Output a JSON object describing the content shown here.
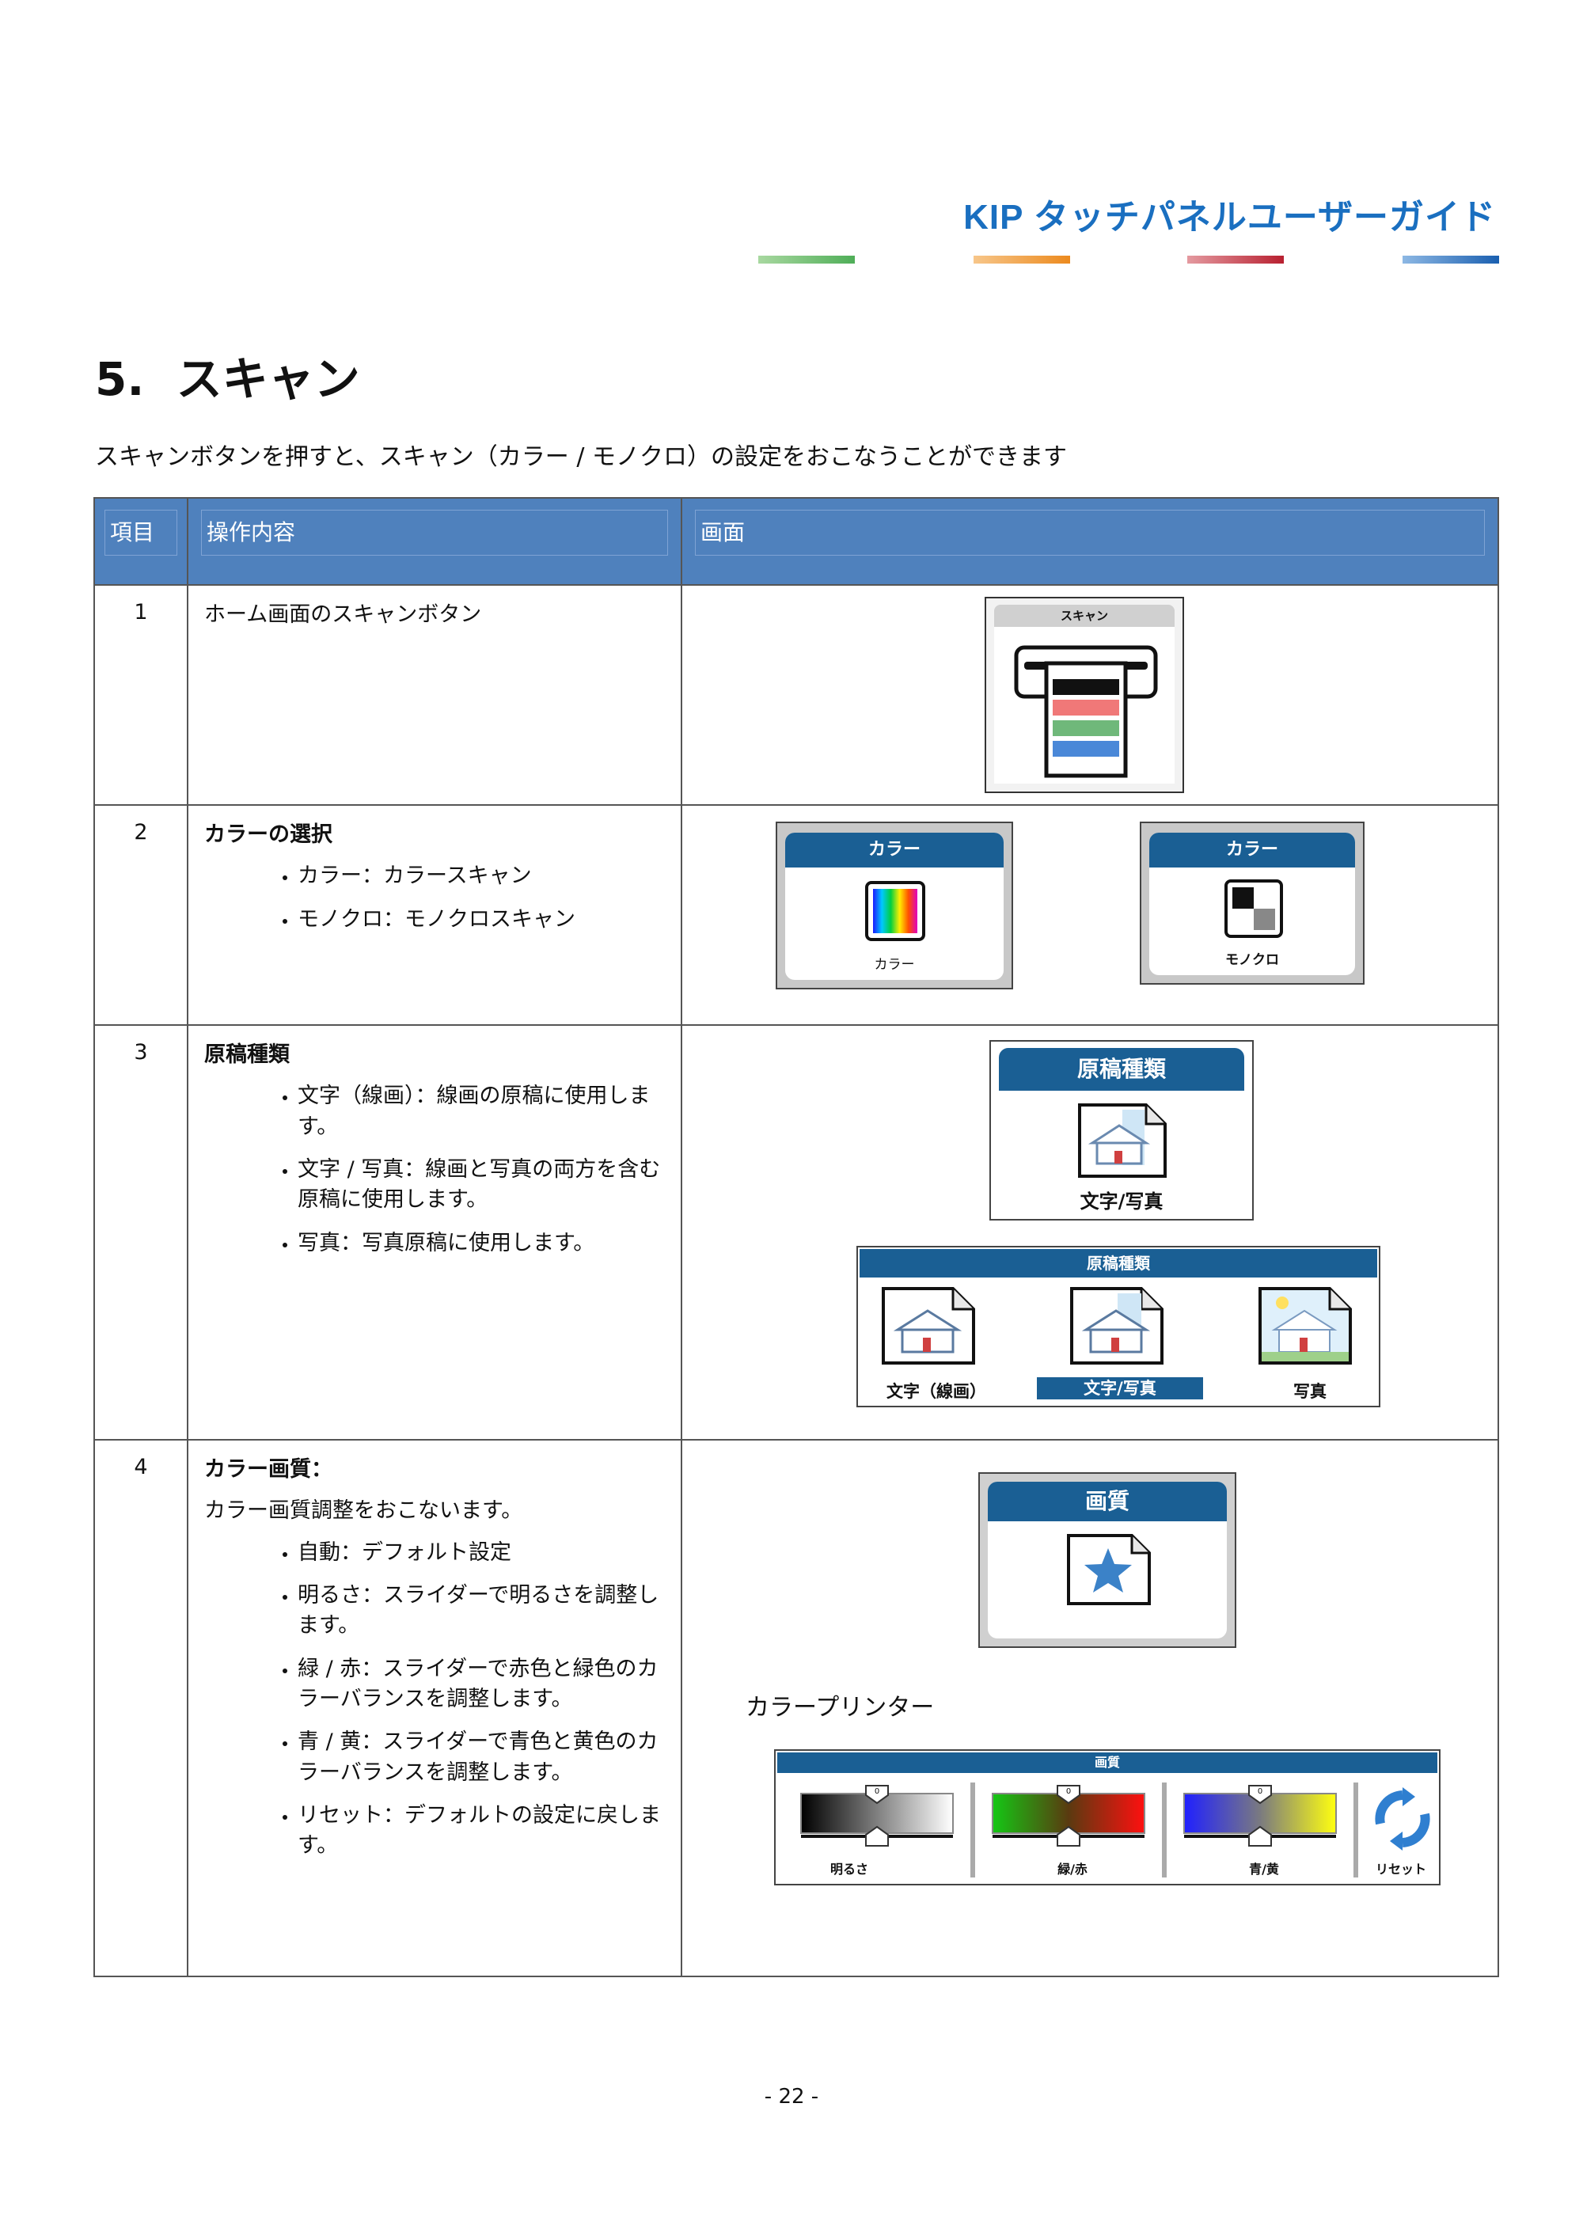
{
  "header": {
    "title": "KIP タッチパネルユーザーガイド",
    "stripe_colors": [
      "#6cc070",
      "#f0a040",
      "#c8454c",
      "#2f74c0"
    ]
  },
  "section": {
    "number": "5.",
    "title": "スキャン",
    "intro": "スキャンボタンを押すと、スキャン（カラー / モノクロ）の設定をおこなうことができます"
  },
  "table": {
    "headers": [
      "項目",
      "操作内容",
      "画面"
    ],
    "rows": [
      {
        "num": "1",
        "heading": "ホーム画面のスキャンボタン",
        "image": {
          "button_label": "スキャン"
        }
      },
      {
        "num": "2",
        "heading": "カラーの選択",
        "bullets": [
          "カラー：カラースキャン",
          "モノクロ：モノクロスキャン"
        ],
        "image": {
          "panel_title_1": "カラー",
          "panel_label_1": "カラー",
          "panel_title_2": "カラー",
          "panel_label_2": "モノクロ"
        }
      },
      {
        "num": "3",
        "heading": "原稿種類",
        "bullets": [
          "文字（線画）：線画の原稿に使用します。",
          "文字 / 写真：線画と写真の両方を含む原稿に使用します。",
          "写真：写真原稿に使用します。"
        ],
        "image": {
          "panel_title": "原稿種類",
          "panel_label": "文字/写真",
          "selector_title": "原稿種類",
          "options": [
            "文字（線画）",
            "文字/写真",
            "写真"
          ]
        }
      },
      {
        "num": "4",
        "heading": "カラー画質：",
        "paragraph": "カラー画質調整をおこないます。",
        "bullets": [
          "自動：デフォルト設定",
          "明るさ：スライダーで明るさを調整します。",
          "緑 / 赤：スライダーで赤色と緑色のカラーバランスを調整します。",
          "青 / 黄：スライダーで青色と黄色のカラーバランスを調整します。",
          "リセット：デフォルトの設定に戻します。"
        ],
        "image": {
          "panel_title": "画質",
          "printer_label": "カラープリンター",
          "adjust_title": "画質",
          "sliders": [
            {
              "label": "明るさ",
              "value": "0"
            },
            {
              "label": "緑/赤",
              "value": "0"
            },
            {
              "label": "青/黄",
              "value": "0"
            }
          ],
          "reset_label": "リセット"
        }
      }
    ]
  },
  "footer": {
    "page": "- 22 -"
  }
}
